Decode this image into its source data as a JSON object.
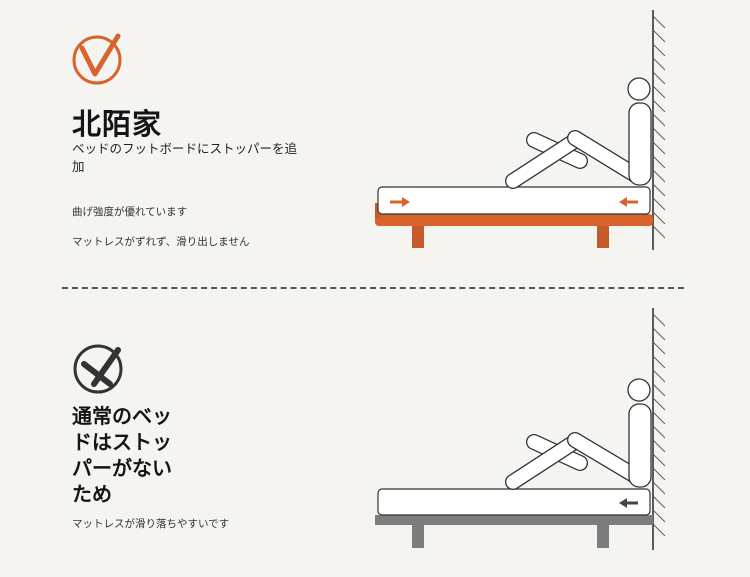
{
  "good_case": {
    "title": "北陌家",
    "subtitle": "ベッドのフットボードにストッパーを追加",
    "benefits": [
      "曲げ強度が優れています",
      "マットレスがずれず、滑り出しません"
    ],
    "icon": "check-v-circle-icon",
    "accent_color": "#d9632c"
  },
  "bad_case": {
    "title": "通常のベッドはストッパーがないため",
    "note": "マットレスが滑り落ちやすいです",
    "icon": "cross-circle-icon",
    "frame_color": "#7d7d7d"
  }
}
